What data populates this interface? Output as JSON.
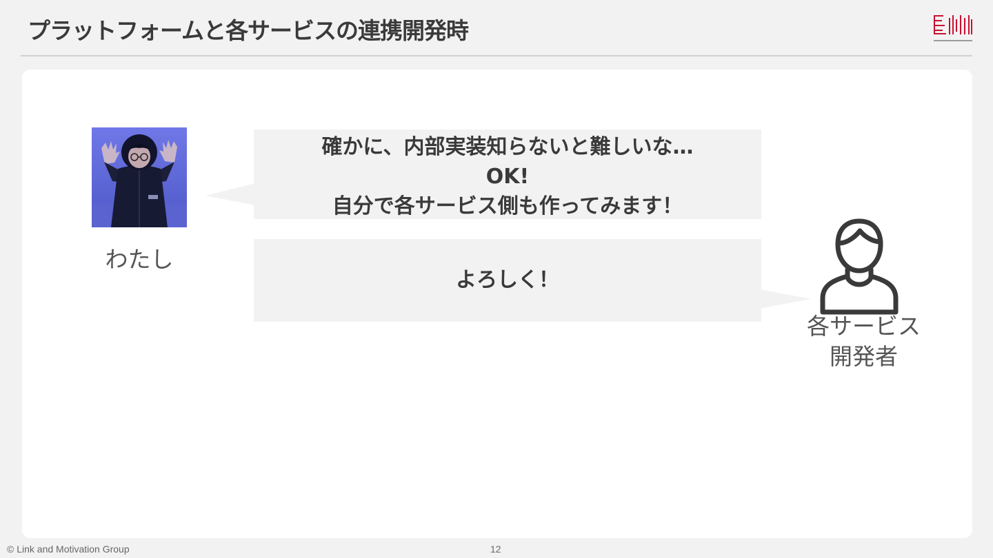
{
  "slide": {
    "title": "プラットフォームと各サービスの連携開発時",
    "footer_copyright": "© Link and Motivation Group",
    "page_number": "12"
  },
  "speaker_me": {
    "label": "わたし"
  },
  "bubbles": {
    "first": {
      "line1": "確かに、内部実装知らないと難しいな…",
      "line2": "OK!",
      "line3": "自分で各サービス側も作ってみます！"
    },
    "second": {
      "text": "よろしく！"
    }
  },
  "speaker_dev": {
    "label_line1": "各サービス",
    "label_line2": "開発者"
  },
  "colors": {
    "background": "#f2f2f2",
    "card": "#ffffff",
    "bubble": "#f2f2f2",
    "text": "#3a3a3a",
    "logo_accent": "#c8102e"
  }
}
